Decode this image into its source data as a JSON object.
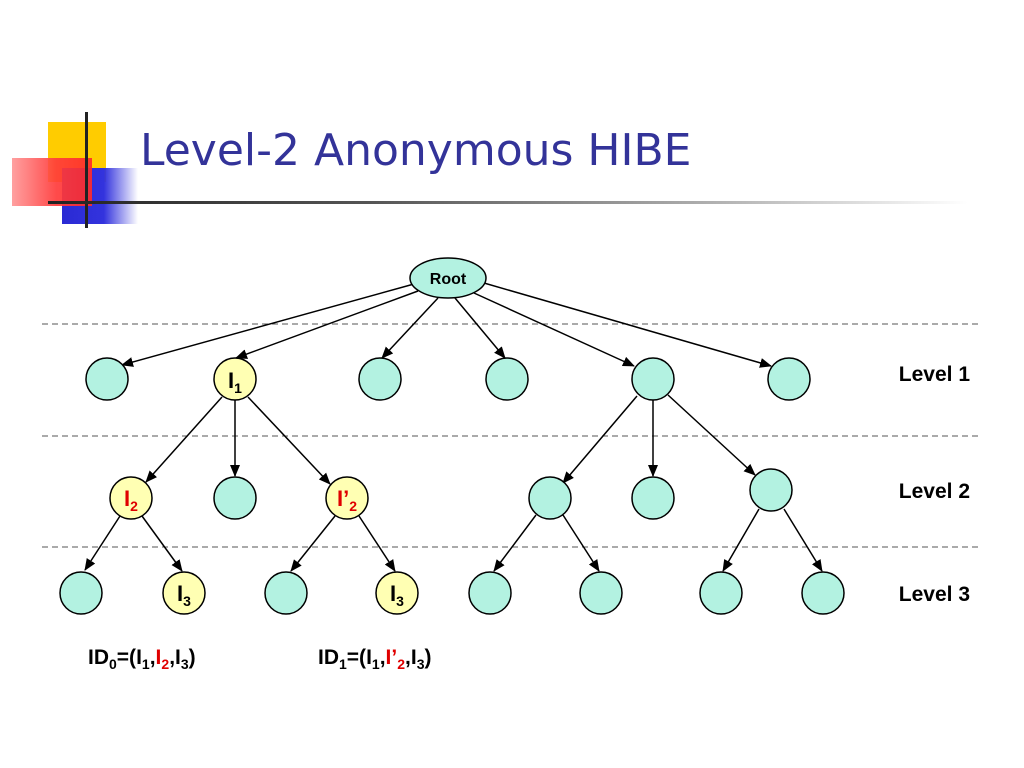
{
  "slide": {
    "title": "Level-2 Anonymous HIBE",
    "accent_color": "#333399"
  },
  "colors": {
    "node_fill": "#b3f2e1",
    "highlight_fill": "#ffffb3",
    "red_text": "#e00000"
  },
  "tree": {
    "root_label": "Root",
    "level_labels": [
      "Level 1",
      "Level 2",
      "Level 3"
    ],
    "node_labels": {
      "i1_base": "I",
      "i1_sub": "1",
      "i2_base": "I",
      "i2_sub": "2",
      "i2p_base": "I’",
      "i2p_sub": "2",
      "i3_base": "I",
      "i3_sub": "3"
    }
  },
  "formulas": {
    "id0": {
      "id": "ID",
      "id_sub": "0",
      "eq": "=(",
      "a": "I",
      "a_sub": "1",
      "c1": ",",
      "b": "I",
      "b_sub": "2",
      "c2": ",",
      "c": "I",
      "c_sub": "3",
      "close": ")"
    },
    "id1": {
      "id": "ID",
      "id_sub": "1",
      "eq": "=(",
      "a": "I",
      "a_sub": "1",
      "c1": ",",
      "b": "I’",
      "b_sub": "2",
      "c2": ",",
      "c": "I",
      "c_sub": "3",
      "close": ")"
    }
  }
}
